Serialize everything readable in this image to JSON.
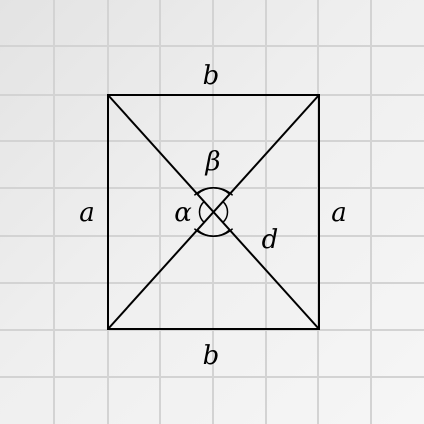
{
  "diagram": {
    "labels": {
      "side_top": "b",
      "side_bottom": "b",
      "side_left": "a",
      "side_right": "a",
      "angle_alpha": "α",
      "angle_beta": "β",
      "diagonal": "d"
    }
  }
}
